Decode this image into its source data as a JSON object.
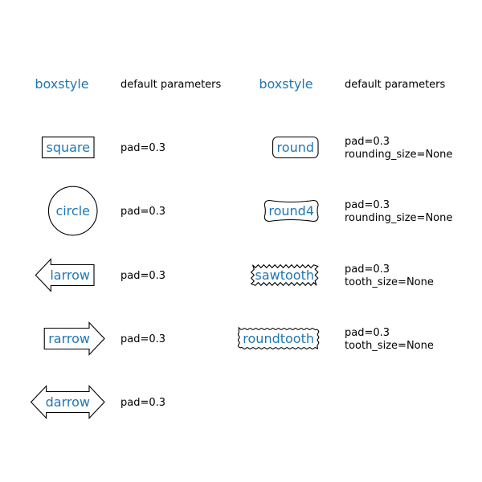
{
  "colors": {
    "accent": "#1f77b4",
    "text": "#000000",
    "stroke": "#000000",
    "fill": "#ffffff"
  },
  "columns": [
    {
      "header": "boxstyle",
      "subheader": "default parameters",
      "styles": [
        {
          "name": "square",
          "shape": "square",
          "params": [
            "pad=0.3"
          ]
        },
        {
          "name": "circle",
          "shape": "circle",
          "params": [
            "pad=0.3"
          ]
        },
        {
          "name": "larrow",
          "shape": "larrow",
          "params": [
            "pad=0.3"
          ]
        },
        {
          "name": "rarrow",
          "shape": "rarrow",
          "params": [
            "pad=0.3"
          ]
        },
        {
          "name": "darrow",
          "shape": "darrow",
          "params": [
            "pad=0.3"
          ]
        }
      ]
    },
    {
      "header": "boxstyle",
      "subheader": "default parameters",
      "styles": [
        {
          "name": "round",
          "shape": "round",
          "params": [
            "pad=0.3",
            "rounding_size=None"
          ]
        },
        {
          "name": "round4",
          "shape": "round4",
          "params": [
            "pad=0.3",
            "rounding_size=None"
          ]
        },
        {
          "name": "sawtooth",
          "shape": "sawtooth",
          "params": [
            "pad=0.3",
            "tooth_size=None"
          ]
        },
        {
          "name": "roundtooth",
          "shape": "roundtooth",
          "params": [
            "pad=0.3",
            "tooth_size=None"
          ]
        }
      ]
    }
  ]
}
